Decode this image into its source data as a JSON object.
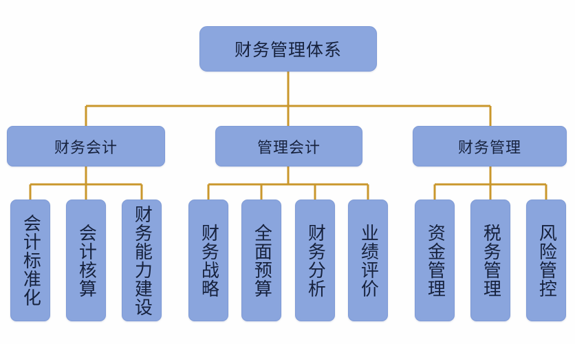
{
  "diagram": {
    "title": "财务管理体系",
    "type": "organizational-hierarchy",
    "colors": {
      "node_fill": "#8aa5dd",
      "node_border": "#7e9ad6",
      "connector": "#c9972c",
      "text": "#16213c",
      "background": "#ffffff"
    },
    "root": {
      "label": "财务管理体系"
    },
    "branches": [
      {
        "label": "财务会计",
        "children": [
          {
            "label": "会计标准化"
          },
          {
            "label": "会计核算"
          },
          {
            "label": "财务能力建设"
          }
        ]
      },
      {
        "label": "管理会计",
        "children": [
          {
            "label": "财务战略"
          },
          {
            "label": "全面预算"
          },
          {
            "label": "财务分析"
          },
          {
            "label": "业绩评价"
          }
        ]
      },
      {
        "label": "财务管理",
        "children": [
          {
            "label": "资金管理"
          },
          {
            "label": "税务管理"
          },
          {
            "label": "风险管控"
          }
        ]
      }
    ]
  }
}
